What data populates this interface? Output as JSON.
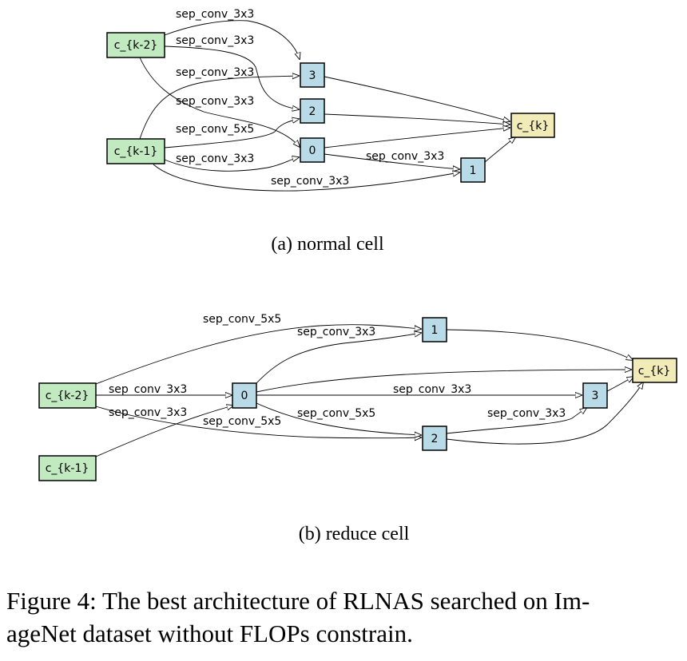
{
  "diagrams": [
    {
      "id": "normal",
      "caption": "(a)  normal cell",
      "nodes": [
        {
          "id": "km2",
          "label": "c_{k-2}",
          "kind": "input"
        },
        {
          "id": "km1",
          "label": "c_{k-1}",
          "kind": "input"
        },
        {
          "id": "n3",
          "label": "3",
          "kind": "mid"
        },
        {
          "id": "n2",
          "label": "2",
          "kind": "mid"
        },
        {
          "id": "n0",
          "label": "0",
          "kind": "mid"
        },
        {
          "id": "n1",
          "label": "1",
          "kind": "mid"
        },
        {
          "id": "k",
          "label": "c_{k}",
          "kind": "output"
        }
      ],
      "edges": [
        {
          "from": "km2",
          "to": "n3",
          "label": "sep_conv_3x3"
        },
        {
          "from": "km2",
          "to": "n2",
          "label": "sep_conv_3x3"
        },
        {
          "from": "km1",
          "to": "n3",
          "label": "sep_conv_3x3"
        },
        {
          "from": "km2",
          "to": "n0",
          "label": "sep_conv_3x3"
        },
        {
          "from": "km1",
          "to": "n2",
          "label": "sep_conv_5x5"
        },
        {
          "from": "km1",
          "to": "n0",
          "label": "sep_conv_3x3"
        },
        {
          "from": "n0",
          "to": "n1",
          "label": "sep_conv_3x3"
        },
        {
          "from": "km1",
          "to": "n1",
          "label": "sep_conv_3x3"
        },
        {
          "from": "n3",
          "to": "k",
          "label": ""
        },
        {
          "from": "n2",
          "to": "k",
          "label": ""
        },
        {
          "from": "n0",
          "to": "k",
          "label": ""
        },
        {
          "from": "n1",
          "to": "k",
          "label": ""
        }
      ]
    },
    {
      "id": "reduce",
      "caption": "(b)  reduce cell",
      "nodes": [
        {
          "id": "km2",
          "label": "c_{k-2}",
          "kind": "input"
        },
        {
          "id": "km1",
          "label": "c_{k-1}",
          "kind": "input"
        },
        {
          "id": "n0",
          "label": "0",
          "kind": "mid"
        },
        {
          "id": "n1",
          "label": "1",
          "kind": "mid"
        },
        {
          "id": "n2",
          "label": "2",
          "kind": "mid"
        },
        {
          "id": "n3",
          "label": "3",
          "kind": "mid"
        },
        {
          "id": "k",
          "label": "c_{k}",
          "kind": "output"
        }
      ],
      "edges": [
        {
          "from": "km2",
          "to": "n1",
          "label": "sep_conv_5x5"
        },
        {
          "from": "n0",
          "to": "n1",
          "label": "sep_conv_3x3"
        },
        {
          "from": "km2",
          "to": "n0",
          "label": "sep_conv_3x3"
        },
        {
          "from": "n0",
          "to": "n3",
          "label": "sep_conv_3x3"
        },
        {
          "from": "km2",
          "to": "n2",
          "label": "sep_conv_3x3"
        },
        {
          "from": "km1",
          "to": "n0",
          "label": "sep_conv_5x5"
        },
        {
          "from": "n0",
          "to": "n2",
          "label": "sep_conv_5x5"
        },
        {
          "from": "n2",
          "to": "n3",
          "label": "sep_conv_3x3"
        },
        {
          "from": "n1",
          "to": "k",
          "label": ""
        },
        {
          "from": "n0",
          "to": "k",
          "label": ""
        },
        {
          "from": "n3",
          "to": "k",
          "label": ""
        },
        {
          "from": "n2",
          "to": "k",
          "label": ""
        }
      ]
    }
  ],
  "figure_caption": {
    "line1": "Figure 4: The best architecture of RLNAS searched on Im-",
    "line2": "ageNet dataset without FLOPs constrain."
  }
}
